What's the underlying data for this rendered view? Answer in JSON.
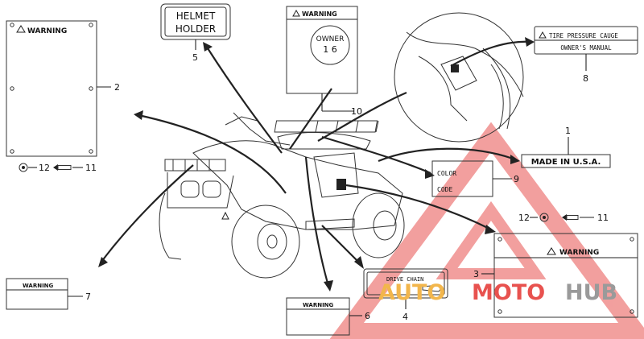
{
  "labels": {
    "warning_small": "WARNING",
    "helmet_line1": "HELMET",
    "helmet_line2": "HOLDER",
    "owner_line1": "OWNER",
    "owner_line2": "1 6",
    "tire_line1": "TIRE PRESSURE CAUGE",
    "tire_line2": "OWNER'S MANUAL",
    "made_in": "MADE IN U.S.A.",
    "color_line1": "COLOR",
    "color_line2": "CODE",
    "drive_chain": "DRIVE CHAIN"
  },
  "callouts": {
    "n1": "1",
    "n2": "2",
    "n3": "3",
    "n4": "4",
    "n5": "5",
    "n6": "6",
    "n7": "7",
    "n8": "8",
    "n9": "9",
    "n10": "10",
    "n11a": "11",
    "n11b": "11",
    "n12a": "12",
    "n12b": "12"
  },
  "watermark": {
    "part1": "AUTO",
    "part2": "MOTO",
    "part3": "HUB",
    "color_red": "#e8524f",
    "color_yellow": "#f2b64c",
    "color_grey": "#9a9a9a"
  }
}
